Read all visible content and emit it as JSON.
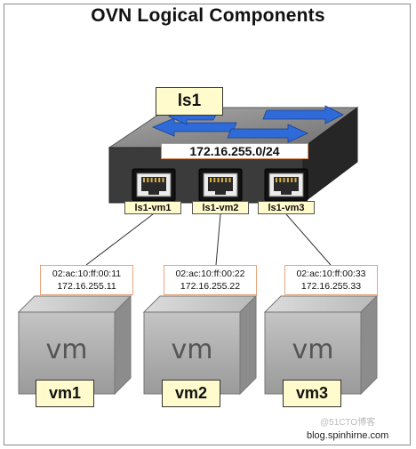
{
  "title": "OVN Logical Components",
  "switch": {
    "name": "ls1",
    "subnet": "172.16.255.0/24"
  },
  "ports": [
    {
      "label": "ls1-vm1"
    },
    {
      "label": "ls1-vm2"
    },
    {
      "label": "ls1-vm3"
    }
  ],
  "vms": [
    {
      "name": "vm1",
      "logo": "vm",
      "mac": "02:ac:10:ff:00:11",
      "ip": "172.16.255.11"
    },
    {
      "name": "vm2",
      "logo": "vm",
      "mac": "02:ac:10:ff:00:22",
      "ip": "172.16.255.22"
    },
    {
      "name": "vm3",
      "logo": "vm",
      "mac": "02:ac:10:ff:00:33",
      "ip": "172.16.255.33"
    }
  ],
  "watermark": "@51CTO博客",
  "footer": "blog.spinhirne.com",
  "colors": {
    "switch_top": "#8a8a8a",
    "switch_front": "#3a3a3a",
    "arrow": "#2e6bd8",
    "label_fill": "#fffbcc",
    "address_border": "#e8a47c",
    "vm_cube": "#b3b3b3"
  }
}
